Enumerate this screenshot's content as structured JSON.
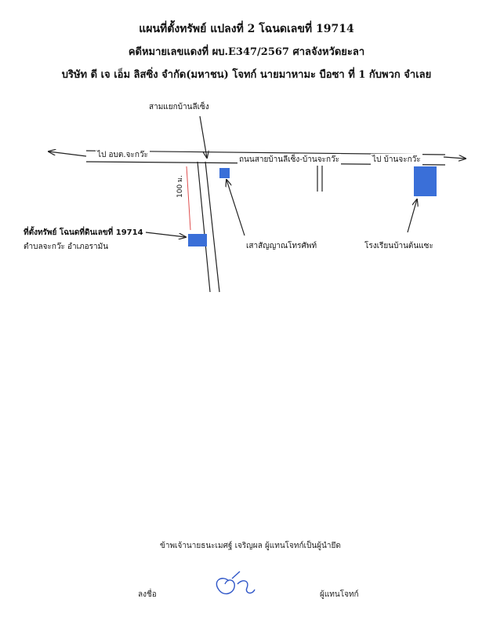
{
  "header": {
    "title_line1": "แผนที่ตั้งทรัพย์ แปลงที่ 2 โฉนดเลขที่ 19714",
    "title_line2": "คดีหมายเลขแดงที่ ผบ.E347/2567 ศาลจังหวัดยะลา",
    "title_line3": "บริษัท ดี เจ เอ็ม ลิสซิ่ง จำกัด(มหาชน) โจทก์ นายมาหามะ บือซา ที่ 1 กับพวก จำเลย"
  },
  "map": {
    "junction_label": "สามแยกบ้านลีเซ็ง",
    "road_left_label": "ไป อบต.จะกว๊ะ",
    "road_main_label": "ถนนสายบ้านลีเซ็ง-บ้านจะกว๊ะ",
    "road_right_label": "ไป บ้านจะกว๊ะ",
    "distance_label": "100 ม.",
    "property_label_line1": "ที่ตั้งทรัพย์ โฉนดที่ดินเลขที่ 19714",
    "property_label_line2": "ตำบลจะกว๊ะ อำเภอรามัน",
    "pole_label": "เสาสัญญาณโทรศัพท์",
    "school_label": "โรงเรียนบ้านต้นแซะ",
    "marker_color": "#3a6fd8"
  },
  "footer": {
    "certify_text": "ข้าพเจ้านายธนะเมศฐ์ เจริญผล ผู้แทนโจทก์เป็นผู้นำยึด",
    "sign_label": "ลงชื่อ",
    "signer_role": "ผู้แทนโจทก์"
  }
}
